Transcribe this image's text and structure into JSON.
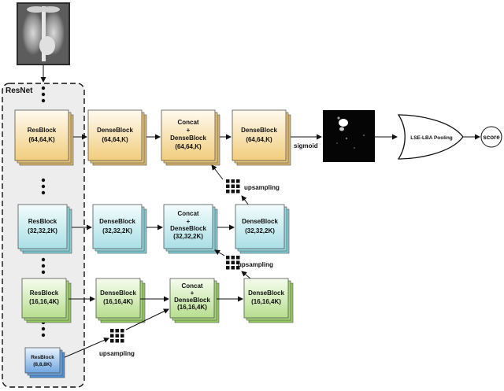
{
  "container_label": "ResNet",
  "blocks": {
    "res1": {
      "name": "ResBlock",
      "dims": "(64,64,K)"
    },
    "dense1": {
      "name": "DenseBlock",
      "dims": "(64,64,K)"
    },
    "concat1": {
      "top": "Concat",
      "plus": "+",
      "name": "DenseBlock",
      "dims": "(64,64,K)"
    },
    "dense1b": {
      "name": "DenseBlock",
      "dims": "(64,64,K)"
    },
    "res2": {
      "name": "ResBlock",
      "dims": "(32,32,2K)"
    },
    "dense2": {
      "name": "DenseBlock",
      "dims": "(32,32,2K)"
    },
    "concat2": {
      "top": "Concat",
      "plus": "+",
      "name": "DenseBlock",
      "dims": "(32,32,2K)"
    },
    "dense2b": {
      "name": "DenseBlock",
      "dims": "(32,32,2K)"
    },
    "res3": {
      "name": "ResBlock",
      "dims": "(16,16,4K)"
    },
    "dense3": {
      "name": "DenseBlock",
      "dims": "(16,16,4K)"
    },
    "concat3": {
      "top": "Concat",
      "plus": "+",
      "name": "DenseBlock",
      "dims": "(16,16,4K)"
    },
    "dense3b": {
      "name": "DenseBlock",
      "dims": "(16,16,4K)"
    },
    "res4": {
      "name": "ResBlock",
      "dims": "(8,8,8K)"
    }
  },
  "labels": {
    "upsampling_1": "upsampling",
    "upsampling_2": "upsampling",
    "upsampling_3": "upsampling",
    "sigmoid": "sigmoid",
    "pooling": "LSE-LBA Pooling",
    "score": "score"
  },
  "colors": {
    "yellow": "#f1cd7c",
    "cyan": "#a9dfe6",
    "green": "#b7de8e",
    "blue": "#8ab8e8"
  }
}
